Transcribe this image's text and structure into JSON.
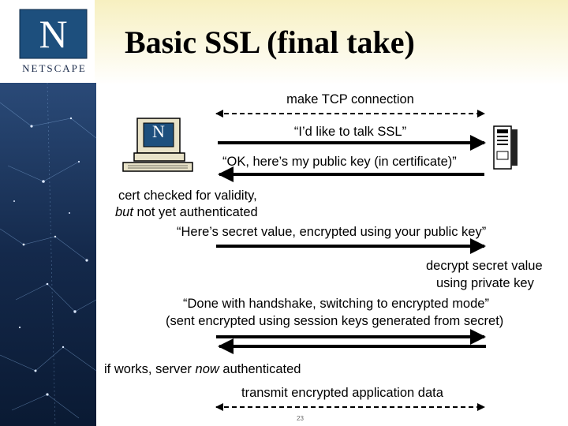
{
  "slide": {
    "title": "Basic SSL (final take)",
    "logo": {
      "letter": "N",
      "label": "NETSCAPE"
    },
    "page_number": "23"
  },
  "flow": {
    "tcp": "make TCP connection",
    "talk_ssl": "“I’d like to talk SSL”",
    "public_key": "“OK, here’s my public key (in certificate)”",
    "cert_checked_line1": "cert checked for validity,",
    "cert_checked_line2_em": "but",
    "cert_checked_line2_rest": " not yet authenticated",
    "secret_value": "“Here’s secret value, encrypted using your public key”",
    "decrypt_line1": "decrypt secret value",
    "decrypt_line2": "using private key",
    "done_line1": "“Done with handshake, switching to encrypted mode”",
    "done_line2": "(sent encrypted using session keys generated from secret)",
    "works_pre": "if works, server ",
    "works_em": "now",
    "works_post": " authenticated",
    "transmit": "transmit encrypted application data"
  },
  "client": {
    "screen_letter": "N"
  },
  "colors": {
    "left_band": "#0d1f3a",
    "title_band": "#f7f2c6",
    "arrow": "#000000"
  }
}
